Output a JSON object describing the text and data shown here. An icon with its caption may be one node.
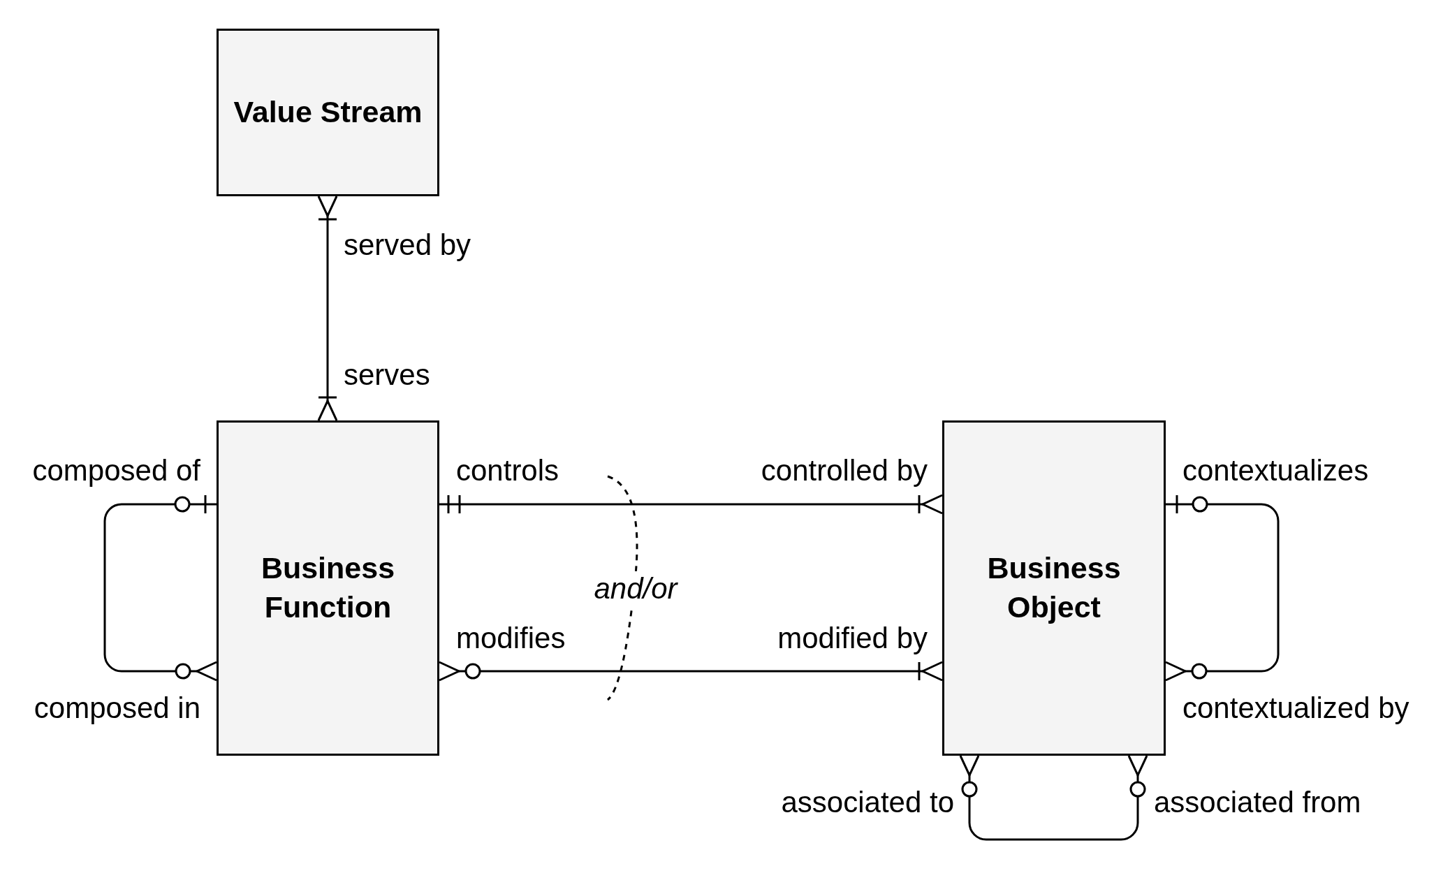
{
  "diagram": {
    "nodes": [
      {
        "text": [
          "Value Stream"
        ]
      },
      {
        "text": [
          "Business Function"
        ]
      },
      {
        "text": [
          "Business Object"
        ]
      }
    ],
    "edges": [
      {
        "from": 0,
        "to": 1,
        "arrow": "other"
      },
      {
        "from": 1,
        "to": 1,
        "arrow": "other"
      },
      {
        "from": 1,
        "to": 2,
        "arrow": "other"
      },
      {
        "from": 1,
        "to": 2,
        "arrow": "other"
      },
      {
        "from": 2,
        "to": 2,
        "arrow": "other"
      },
      {
        "from": 2,
        "to": 2,
        "arrow": "other"
      }
    ],
    "labels": [
      "served by",
      "serves",
      "composed of",
      "controls",
      "controlled by",
      "contextualizes",
      "and/or",
      "modifies",
      "modified by",
      "composed in",
      "contextualized by",
      "associated to",
      "associated from"
    ]
  }
}
